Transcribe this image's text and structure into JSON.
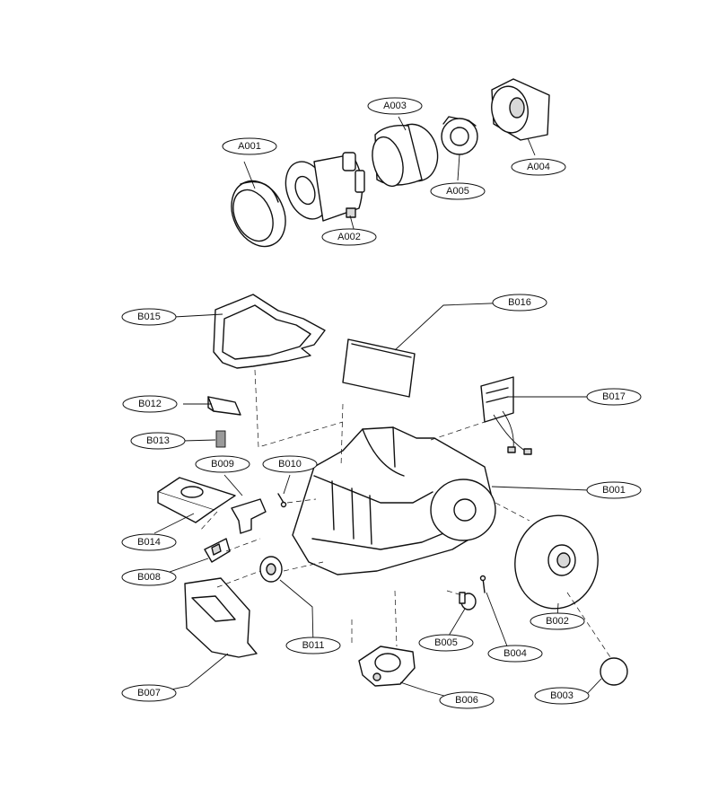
{
  "labels": {
    "A001": "A001",
    "A002": "A002",
    "A003": "A003",
    "A004": "A004",
    "A005": "A005",
    "B001": "B001",
    "B002": "B002",
    "B003": "B003",
    "B004": "B004",
    "B005": "B005",
    "B006": "B006",
    "B007": "B007",
    "B008": "B008",
    "B009": "B009",
    "B010": "B010",
    "B011": "B011",
    "B012": "B012",
    "B013": "B013",
    "B014": "B014",
    "B015": "B015",
    "B016": "B016",
    "B017": "B017"
  }
}
